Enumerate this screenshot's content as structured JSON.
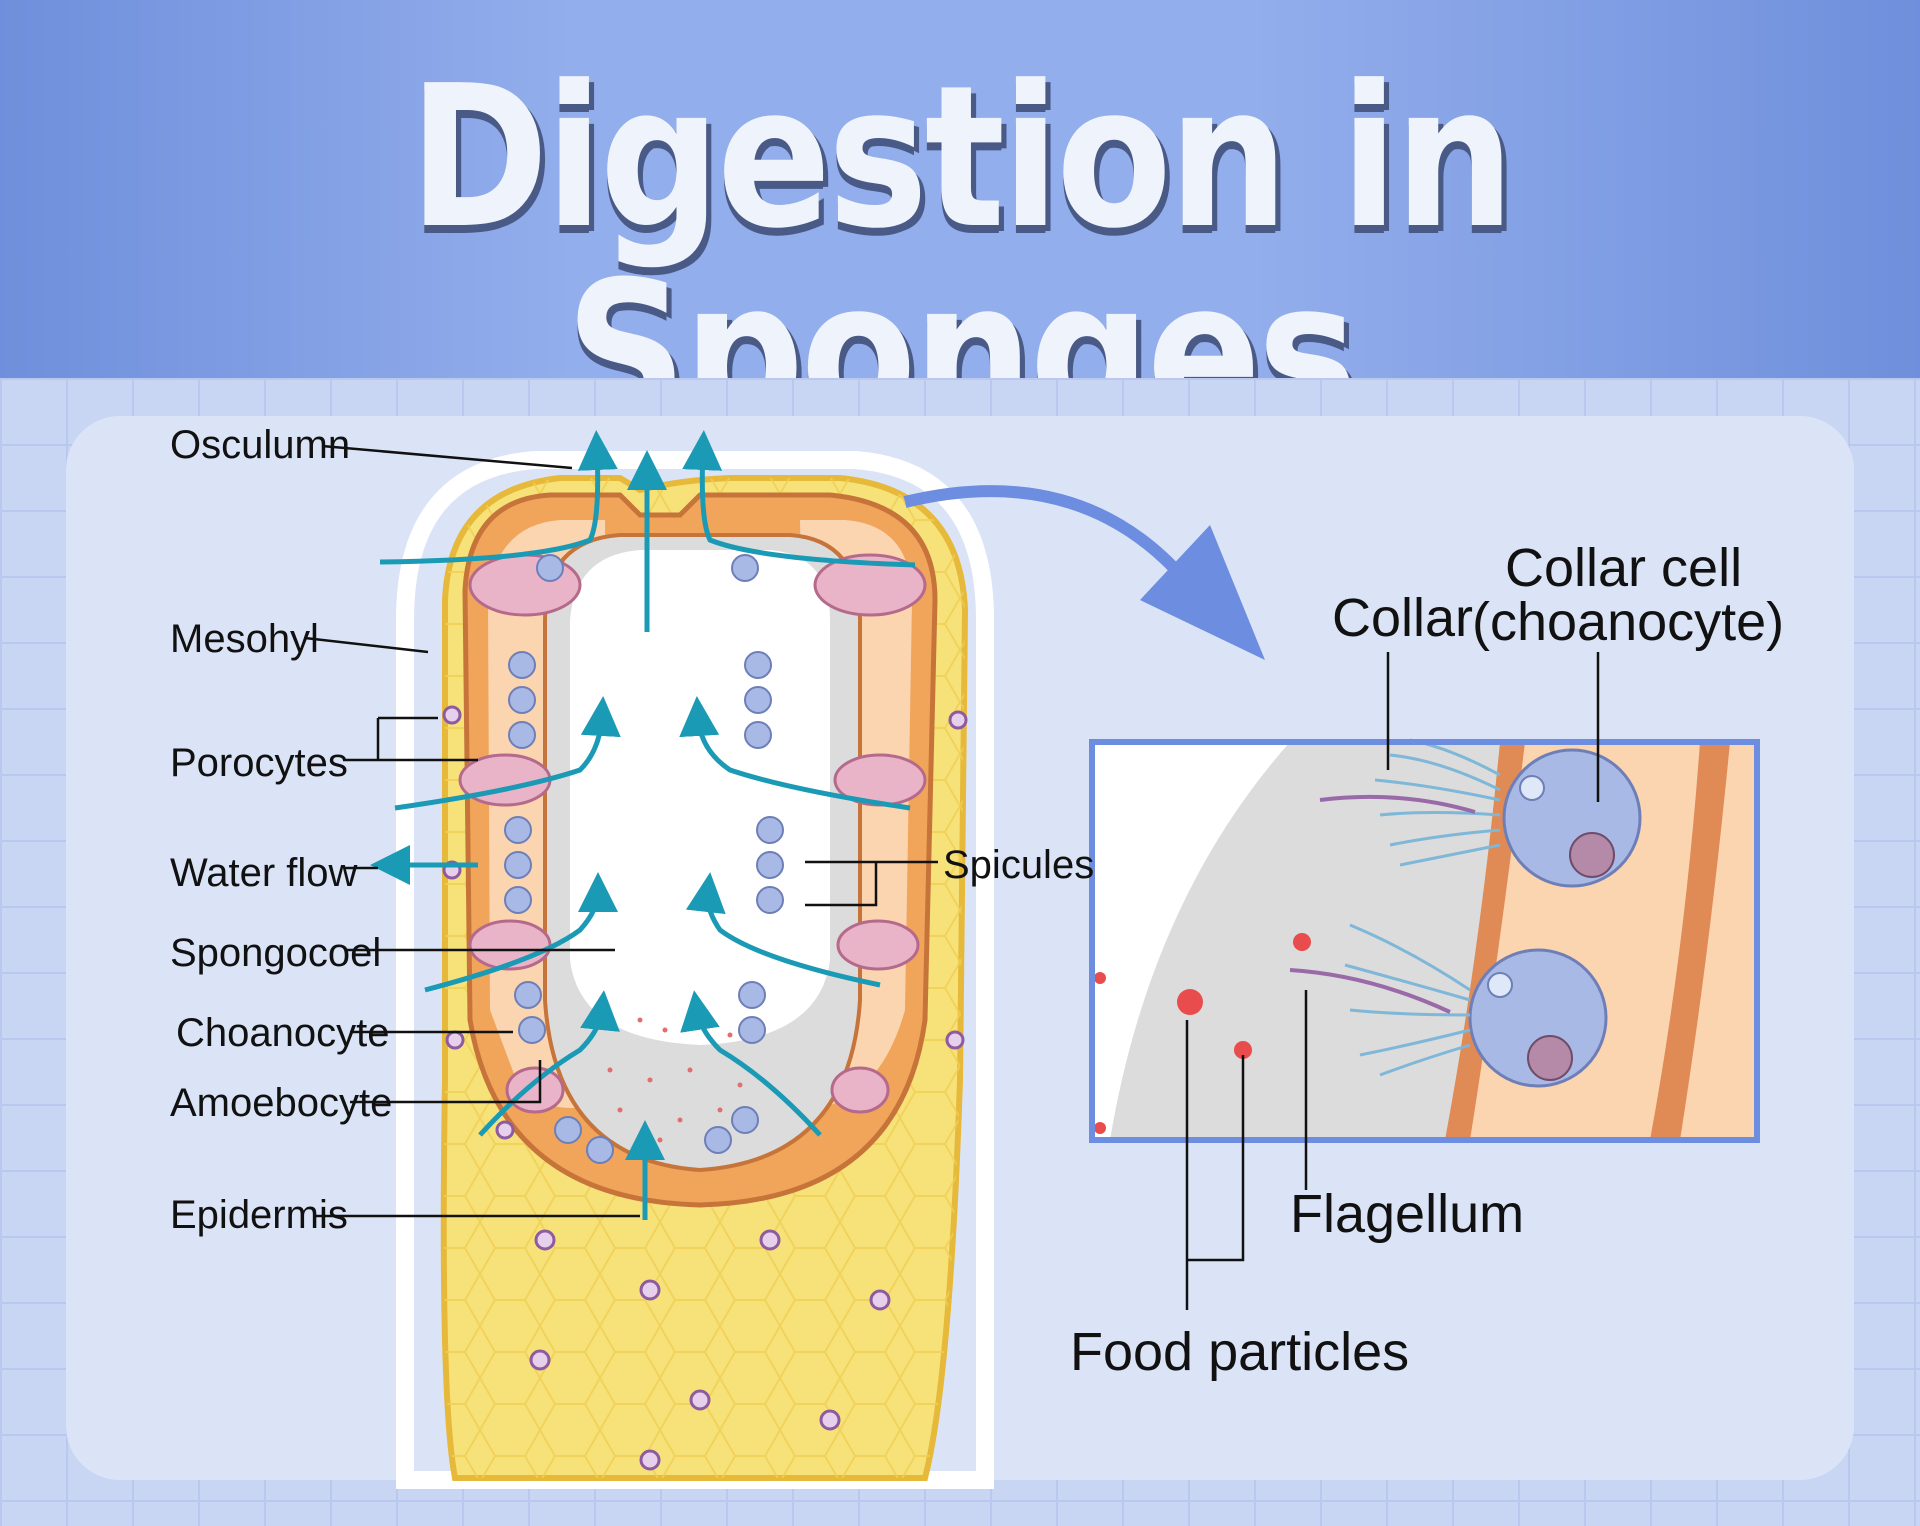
{
  "title": "Digestion in Sponges",
  "labels": {
    "osculumn": "Osculumn",
    "mesohyl": "Mesohyl",
    "porocytes": "Porocytes",
    "water_flow": "Water flow",
    "spongocoel": "Spongocoel",
    "choanocyte": "Choanocyte",
    "amoebocyte": "Amoebocyte",
    "epidermis": "Epidermis",
    "spicules": "Spicules",
    "collar": "Collar",
    "collar_cell_line1": "Collar cell",
    "collar_cell_line2": "(choanocyte)",
    "flagellum": "Flagellum",
    "food_particles": "Food particles"
  },
  "colors": {
    "header": "#93aeec",
    "body_yellow": "#f7e27a",
    "water_arrow": "#1b9ab5",
    "collar_cell": "#a9b9e6",
    "inset_border": "#6c8de0"
  }
}
